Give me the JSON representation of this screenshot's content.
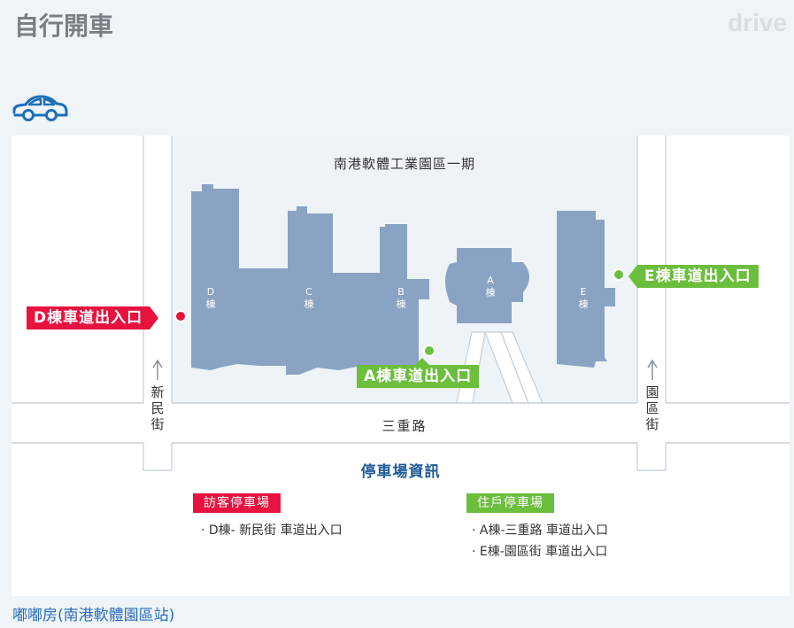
{
  "header": {
    "title": "自行開車",
    "watermark": "drive"
  },
  "icons": {
    "car": "car-outline-icon",
    "accent": "#1d6fb8"
  },
  "map": {
    "park_name": "南港軟體工業園區一期",
    "main_road": "三重路",
    "left_street": "新民街",
    "right_street": "園區街",
    "buildings": [
      {
        "id": "D",
        "label": "D\n棟"
      },
      {
        "id": "C",
        "label": "C\n棟"
      },
      {
        "id": "B",
        "label": "B\n棟"
      },
      {
        "id": "A",
        "label": "A\n棟"
      },
      {
        "id": "E",
        "label": "E\n棟"
      }
    ],
    "entrances": {
      "d": "D棟車道出入口",
      "e": "E棟車道出入口",
      "a": "A棟車道出入口"
    },
    "colors": {
      "building": "#8aa3c3",
      "visitor": "#e7133e",
      "resident": "#6cbe3d"
    }
  },
  "parking": {
    "title": "停車場資訊",
    "visitor": {
      "label": "訪客停車場",
      "items": [
        "· D棟- 新民街 車道出入口"
      ]
    },
    "resident": {
      "label": "住戶停車場",
      "items": [
        "· A棟-三重路 車道出入口",
        "· E棟-園區街 車道出入口"
      ]
    }
  },
  "link": {
    "text": "嘟嘟房(南港軟體園區站)"
  }
}
